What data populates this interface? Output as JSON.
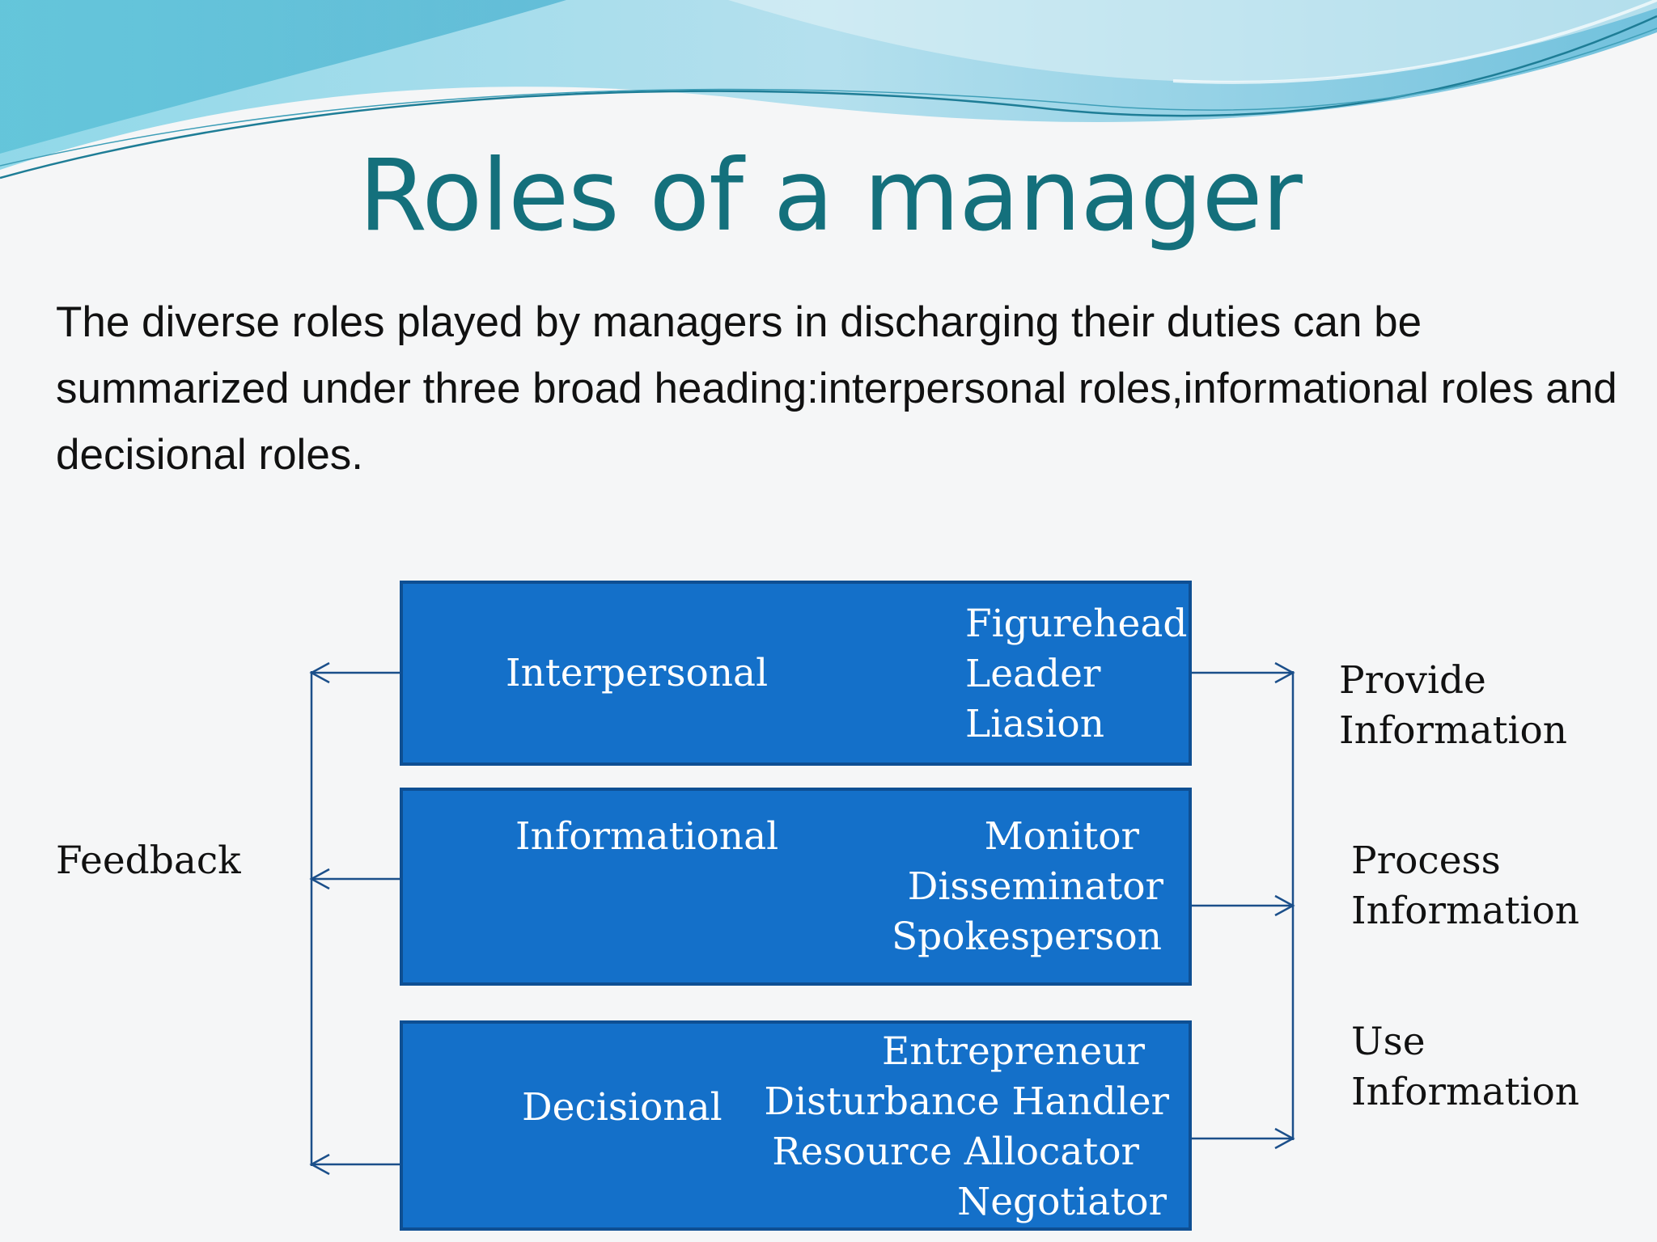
{
  "slide": {
    "title": "Roles of a manager",
    "body": "The diverse roles played by managers in discharging their duties can be summarized under three broad heading:interpersonal roles,informational roles and decisional roles."
  },
  "diagram": {
    "groups": [
      {
        "name": "Interpersonal",
        "roles": [
          "Figurehead",
          "Leader",
          "Liasion"
        ]
      },
      {
        "name": "Informational",
        "roles": [
          "Monitor",
          "Disseminator",
          "Spokesperson"
        ]
      },
      {
        "name": "Decisional",
        "roles": [
          "Entrepreneur",
          "Disturbance Handler",
          "Resource Allocator",
          "Negotiator"
        ]
      }
    ],
    "feedback_label": "Feedback",
    "outputs": [
      {
        "line1": "Provide",
        "line2": "Information"
      },
      {
        "line1": "Process",
        "line2": "Information"
      },
      {
        "line1": "Use",
        "line2": "Information"
      }
    ]
  },
  "colors": {
    "title": "#14707c",
    "box_fill": "#1470c9",
    "box_border": "#0e4f93",
    "connector": "#1b4f8a"
  }
}
